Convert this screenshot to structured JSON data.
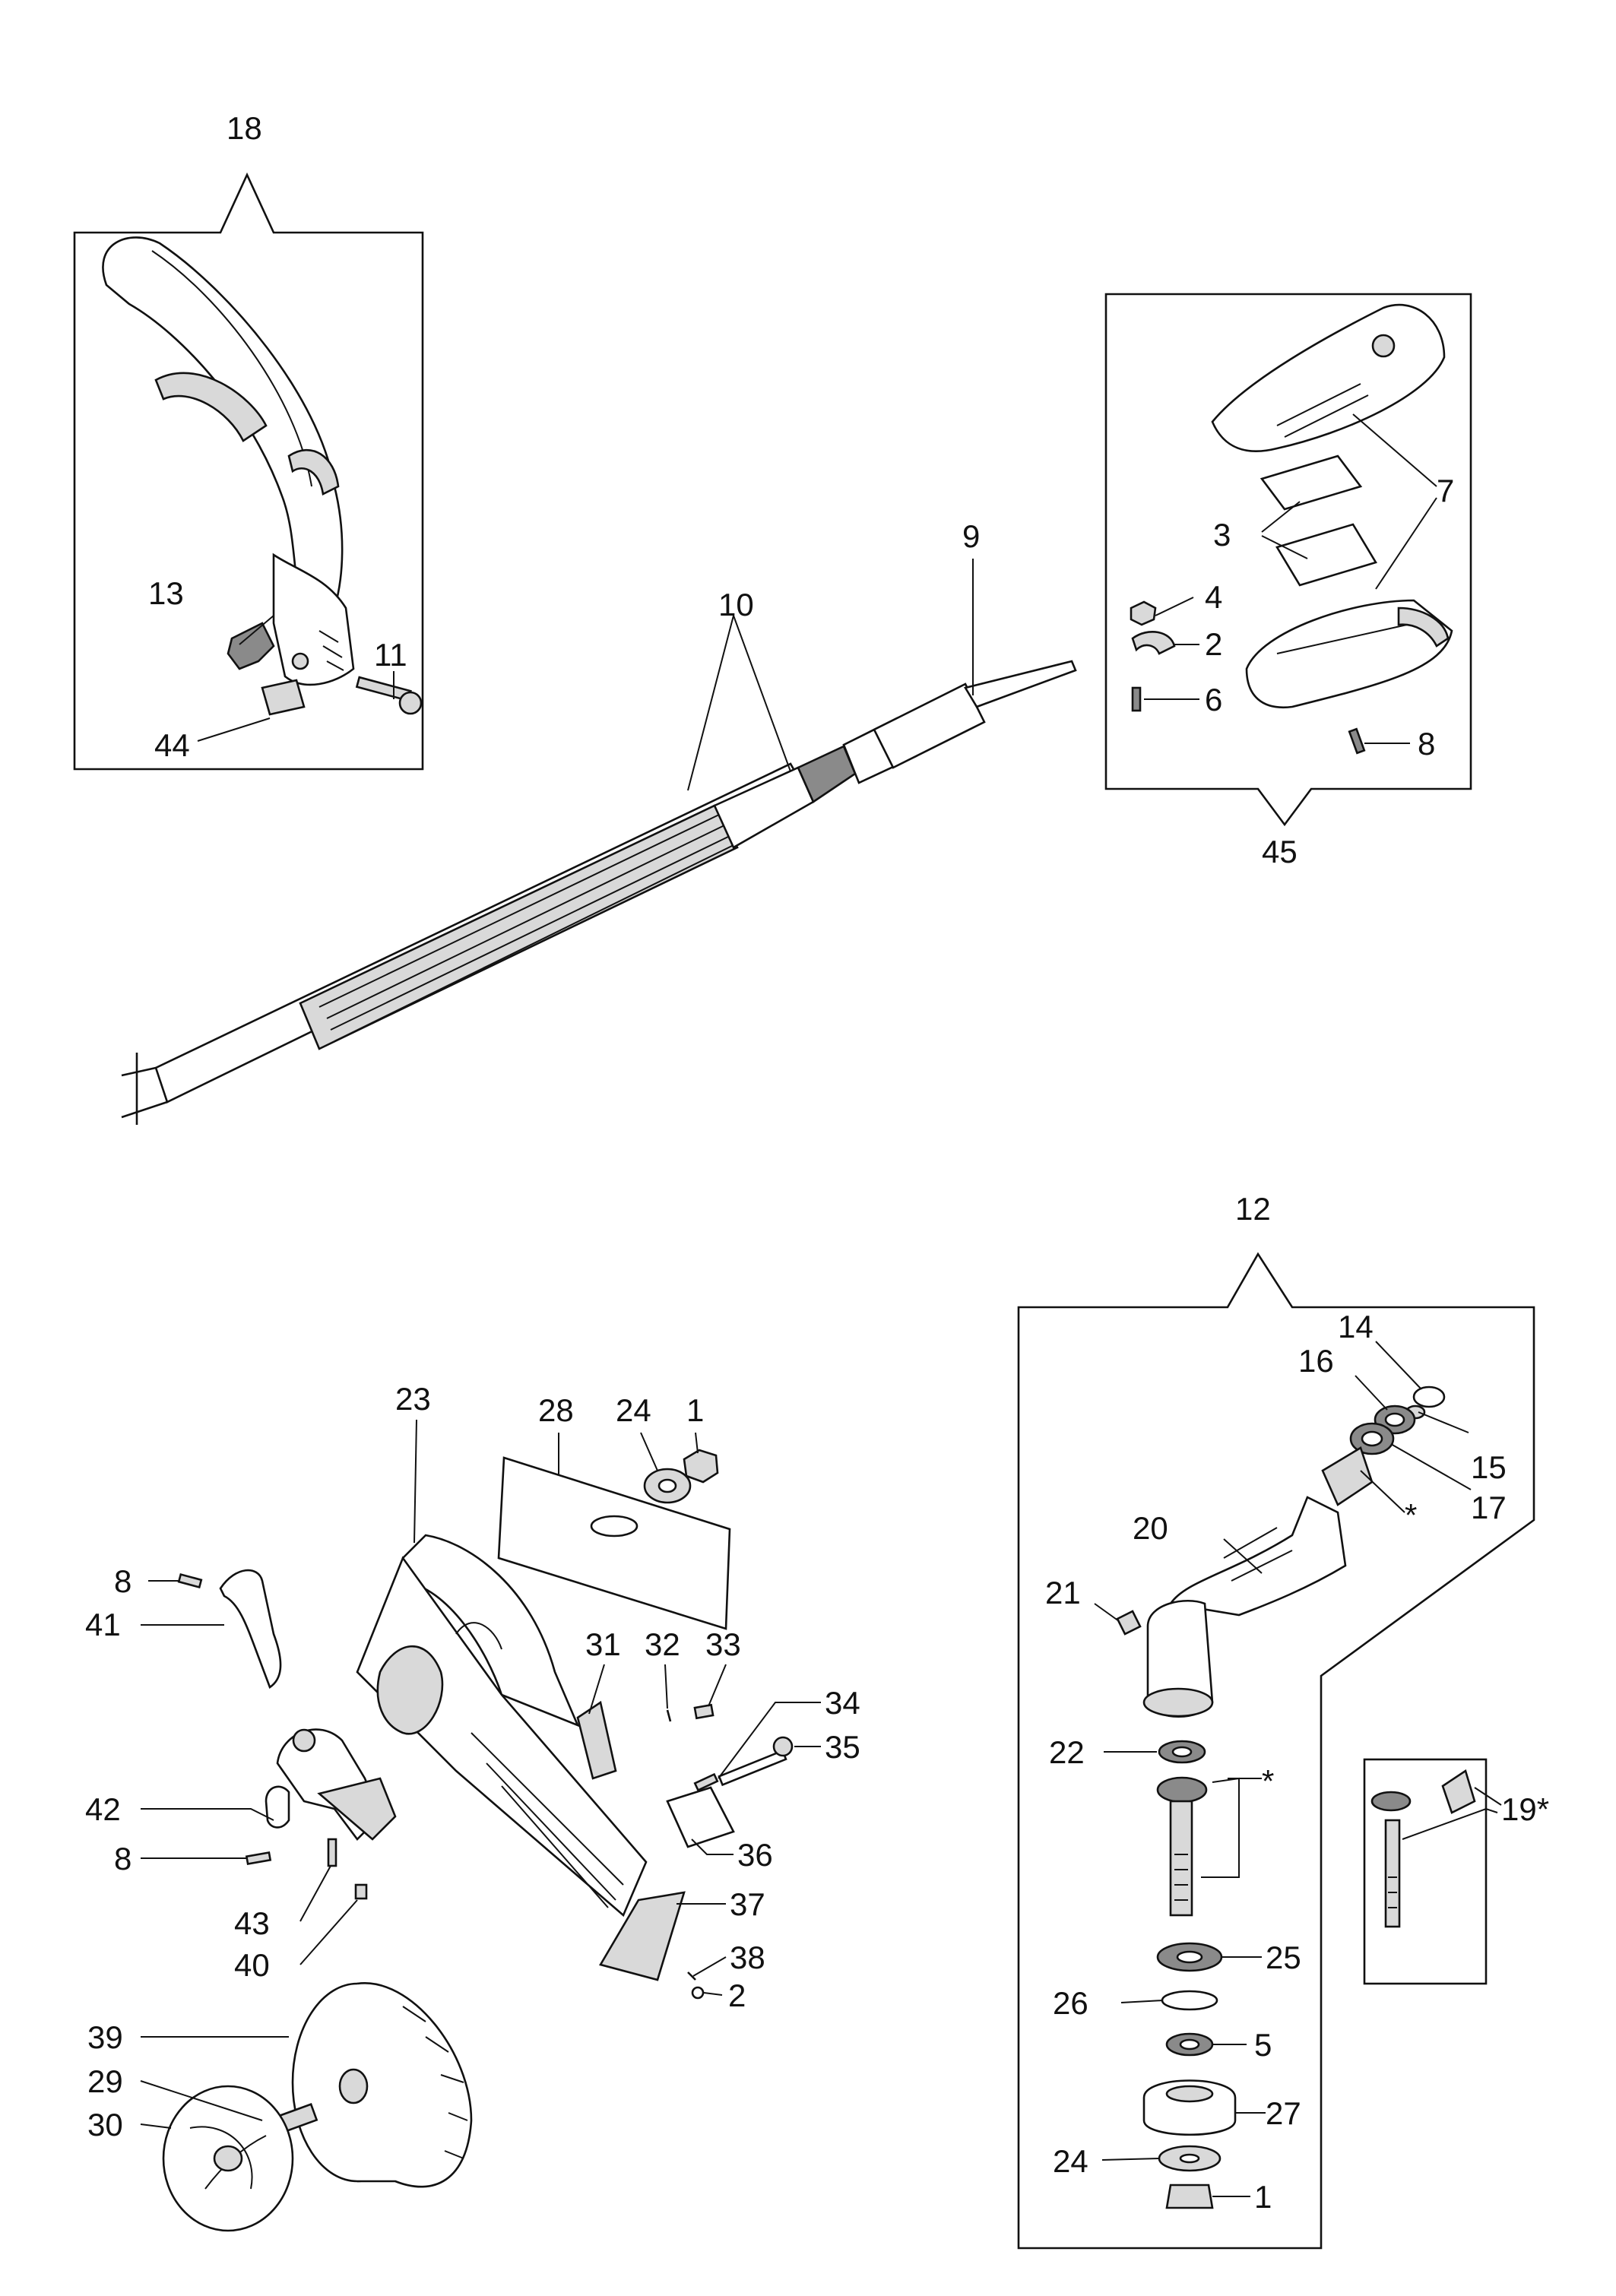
{
  "diagram": {
    "callouts": [
      {
        "id": "c18",
        "text": "18"
      },
      {
        "id": "c13",
        "text": "13"
      },
      {
        "id": "c11",
        "text": "11"
      },
      {
        "id": "c44",
        "text": "44"
      },
      {
        "id": "c10",
        "text": "10"
      },
      {
        "id": "c9",
        "text": "9"
      },
      {
        "id": "c7",
        "text": "7"
      },
      {
        "id": "c3",
        "text": "3"
      },
      {
        "id": "c4",
        "text": "4"
      },
      {
        "id": "c2a",
        "text": "2"
      },
      {
        "id": "c6",
        "text": "6"
      },
      {
        "id": "c8a",
        "text": "8"
      },
      {
        "id": "c45",
        "text": "45"
      },
      {
        "id": "c12",
        "text": "12"
      },
      {
        "id": "c14",
        "text": "14"
      },
      {
        "id": "c16",
        "text": "16"
      },
      {
        "id": "c15",
        "text": "15"
      },
      {
        "id": "c17",
        "text": "17"
      },
      {
        "id": "c20",
        "text": "20"
      },
      {
        "id": "c21",
        "text": "21"
      },
      {
        "id": "c22",
        "text": "22"
      },
      {
        "id": "c25",
        "text": "25"
      },
      {
        "id": "c26",
        "text": "26"
      },
      {
        "id": "c5",
        "text": "5"
      },
      {
        "id": "c27",
        "text": "27"
      },
      {
        "id": "c24b",
        "text": "24"
      },
      {
        "id": "c1b",
        "text": "1"
      },
      {
        "id": "c19",
        "text": "19*"
      },
      {
        "id": "c23",
        "text": "23"
      },
      {
        "id": "c28",
        "text": "28"
      },
      {
        "id": "c24a",
        "text": "24"
      },
      {
        "id": "c1a",
        "text": "1"
      },
      {
        "id": "c8b",
        "text": "8"
      },
      {
        "id": "c41",
        "text": "41"
      },
      {
        "id": "c31",
        "text": "31"
      },
      {
        "id": "c32",
        "text": "32"
      },
      {
        "id": "c33",
        "text": "33"
      },
      {
        "id": "c34",
        "text": "34"
      },
      {
        "id": "c35",
        "text": "35"
      },
      {
        "id": "c42",
        "text": "42"
      },
      {
        "id": "c8c",
        "text": "8"
      },
      {
        "id": "c36",
        "text": "36"
      },
      {
        "id": "c43",
        "text": "43"
      },
      {
        "id": "c37",
        "text": "37"
      },
      {
        "id": "c40",
        "text": "40"
      },
      {
        "id": "c38",
        "text": "38"
      },
      {
        "id": "c2b",
        "text": "2"
      },
      {
        "id": "c39",
        "text": "39"
      },
      {
        "id": "c29",
        "text": "29"
      },
      {
        "id": "c30",
        "text": "30"
      }
    ],
    "markers": {
      "star_a": "*",
      "star_b": "*"
    }
  }
}
